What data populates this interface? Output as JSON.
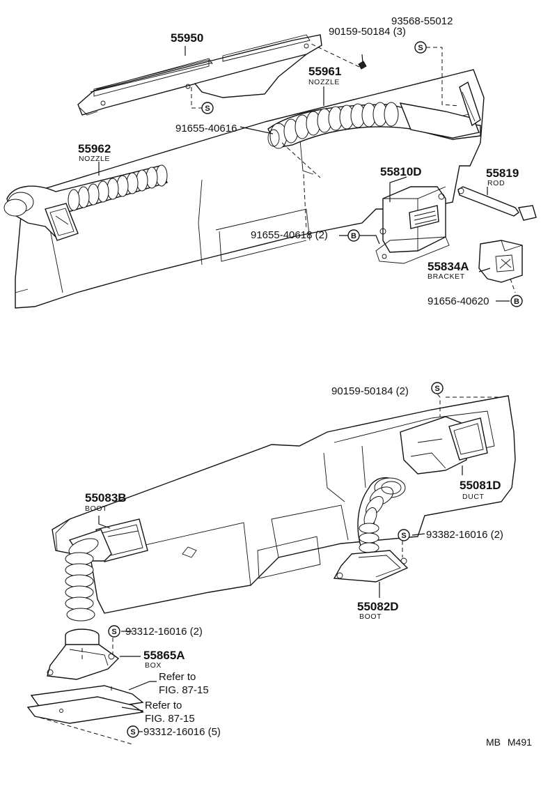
{
  "diagram": {
    "top_assembly": {
      "parts": [
        {
          "part_no": "55950"
        },
        {
          "part_no": "90159-50184",
          "qty": "(3)"
        },
        {
          "part_no": "93568-55012"
        },
        {
          "part_no": "55961",
          "name": "NOZZLE"
        },
        {
          "part_no": "91655-40616"
        },
        {
          "part_no": "55962",
          "name": "NOZZLE"
        },
        {
          "part_no": "55810D"
        },
        {
          "part_no": "55819",
          "name": "ROD"
        },
        {
          "part_no": "91655-40618",
          "qty": "(2)"
        },
        {
          "part_no": "55834A",
          "name": "BRACKET"
        },
        {
          "part_no": "91656-40620"
        }
      ]
    },
    "bottom_assembly": {
      "parts": [
        {
          "part_no": "90159-50184",
          "qty": "(2)"
        },
        {
          "part_no": "55083B",
          "name": "BOOT"
        },
        {
          "part_no": "55081D",
          "name": "DUCT"
        },
        {
          "part_no": "93382-16016",
          "qty": "(2)"
        },
        {
          "part_no": "55082D",
          "name": "BOOT"
        },
        {
          "part_no": "93312-16016",
          "qty": "(2)"
        },
        {
          "part_no": "55865A",
          "name": "BOX"
        },
        {
          "part_no": "93312-16016",
          "qty": "(5)"
        }
      ],
      "refer_1": [
        "Refer to",
        "FIG. 87-15"
      ],
      "refer_2": [
        "Refer to",
        "FIG. 87-15"
      ]
    },
    "symbols": {
      "s": "S",
      "b": "B"
    },
    "code": [
      "MB",
      "M491"
    ]
  }
}
